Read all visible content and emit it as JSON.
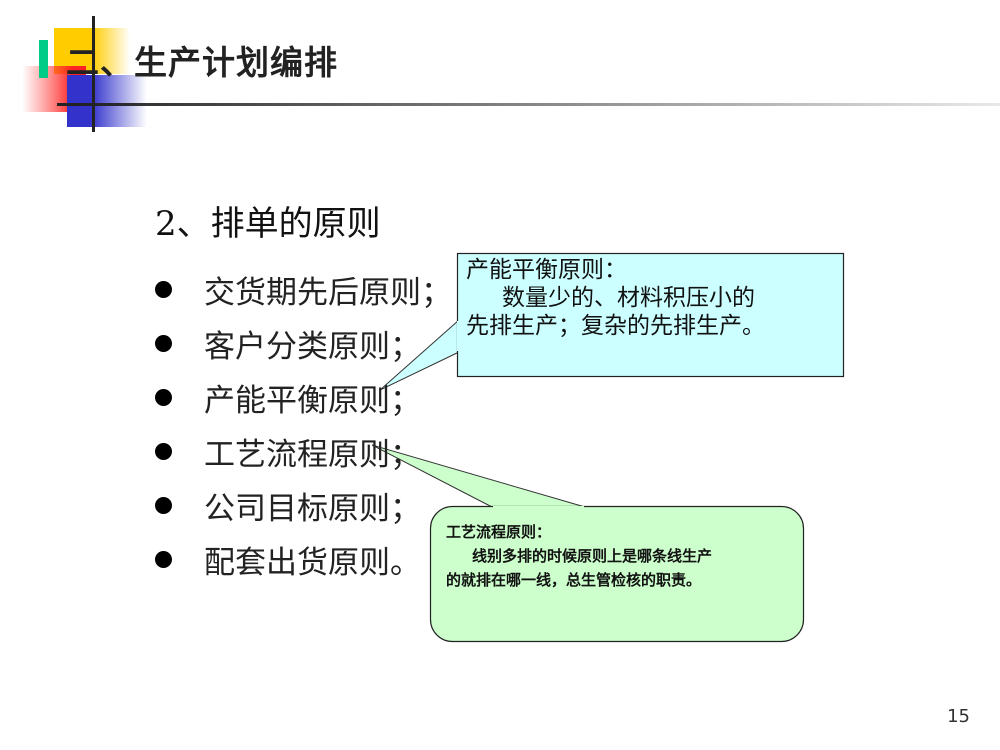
{
  "header": {
    "title": "二、生产计划编排"
  },
  "section": {
    "heading": "2、排单的原则"
  },
  "bullets": [
    "交货期先后原则；",
    "客户分类原则；",
    "产能平衡原则；",
    "工艺流程原则；",
    "公司目标原则；",
    "配套出货原则。"
  ],
  "callouts": [
    {
      "title": "产能平衡原则：",
      "line1": "数量少的、材料积压小的",
      "line2": "先排生产；复杂的先排生产。",
      "fill": "#ccffff"
    },
    {
      "title": "工艺流程原则：",
      "line1": "线别多排的时候原则上是哪条线生产",
      "line2": "的就排在哪一线，总生管检核的职责。",
      "fill": "#ccffcc"
    }
  ],
  "colors": {
    "yellow": "#ffcc00",
    "red": "#ff3333",
    "blue": "#3333cc",
    "green": "#00cc88"
  },
  "page_number": "15"
}
